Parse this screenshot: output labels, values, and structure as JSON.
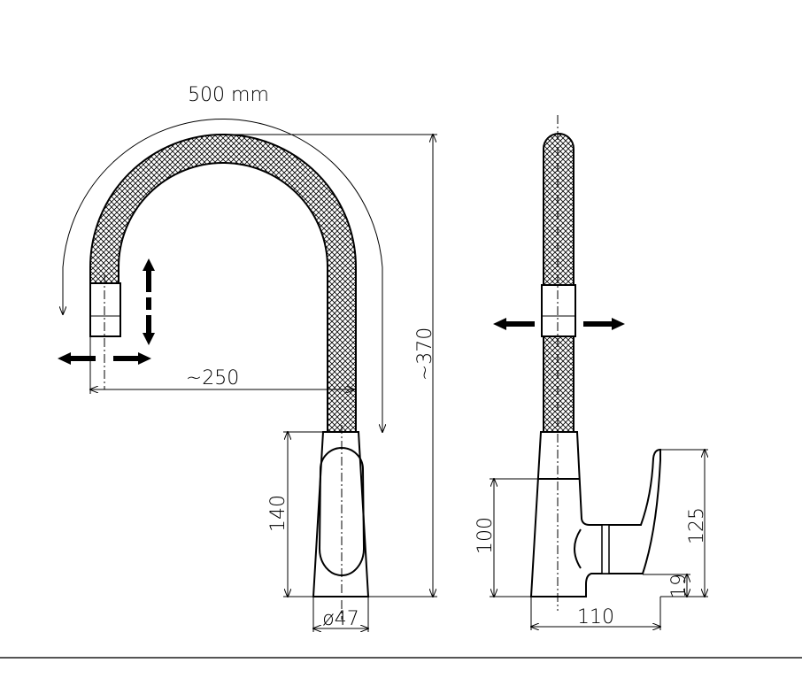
{
  "drawing": {
    "front_view": {
      "arc_length_label": "500 mm",
      "reach_label": "~250",
      "height_label": "~370",
      "base_height_label": "140",
      "base_diameter_label": "ø47"
    },
    "side_view": {
      "lever_height_label": "100",
      "total_body_height_label": "125",
      "base_offset_label": "19",
      "depth_label": "110"
    }
  }
}
